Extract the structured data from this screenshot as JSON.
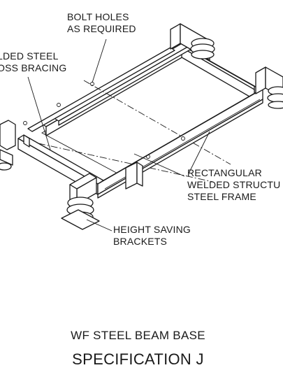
{
  "callouts": {
    "bolt_holes": [
      "BOLT HOLES",
      "AS REQUIRED"
    ],
    "cross_bracing": [
      "LDED STEEL",
      "OSS BRACING"
    ],
    "frame": [
      "RECTANGULAR",
      "WELDED STRUCTU",
      "STEEL FRAME"
    ],
    "brackets": [
      "HEIGHT SAVING",
      "BRACKETS"
    ]
  },
  "caption": {
    "subtitle": "WF STEEL BEAM BASE",
    "title": "SPECIFICATION J"
  }
}
